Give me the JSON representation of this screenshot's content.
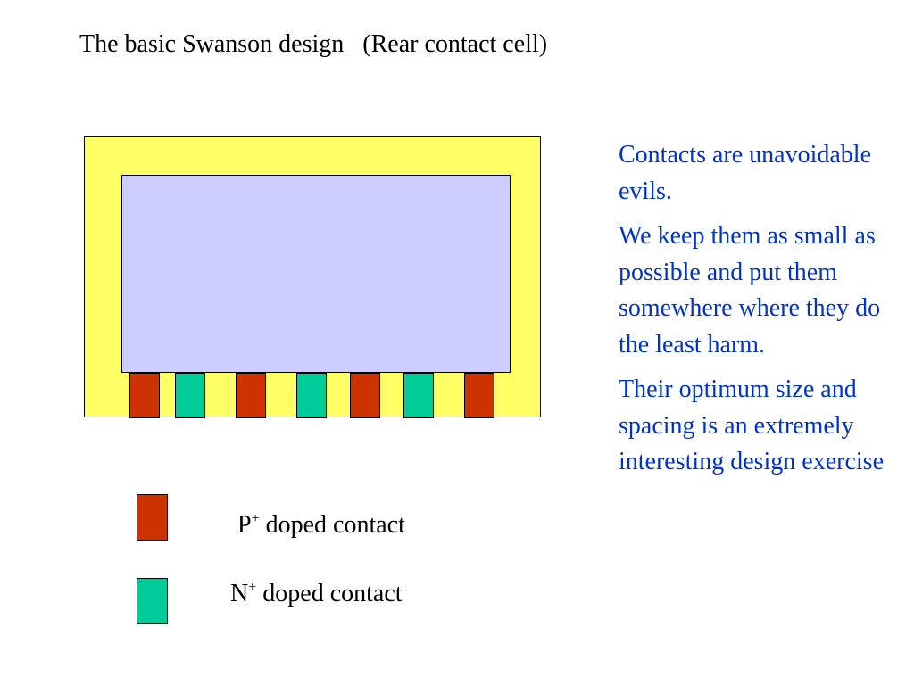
{
  "title": "The basic Swanson design   (Rear contact cell)",
  "colors": {
    "outer": "#ffff66",
    "inner": "#ccccff",
    "p_contact": "#cc3300",
    "n_contact": "#00cc99",
    "notes_text": "#0033cc"
  },
  "diagram": {
    "contacts": [
      "p",
      "n",
      "p",
      "n",
      "p",
      "n",
      "p"
    ]
  },
  "legend": [
    {
      "kind": "p",
      "letter": "P",
      "sup": "+",
      "text": " doped contact"
    },
    {
      "kind": "n",
      "letter": "N",
      "sup": "+",
      "text": " doped contact"
    }
  ],
  "notes": [
    "Contacts are unavoidable evils.",
    "We keep them as small as possible and put them somewhere where they do the least harm.",
    "Their optimum size and spacing is an extremely interesting design exercise"
  ]
}
